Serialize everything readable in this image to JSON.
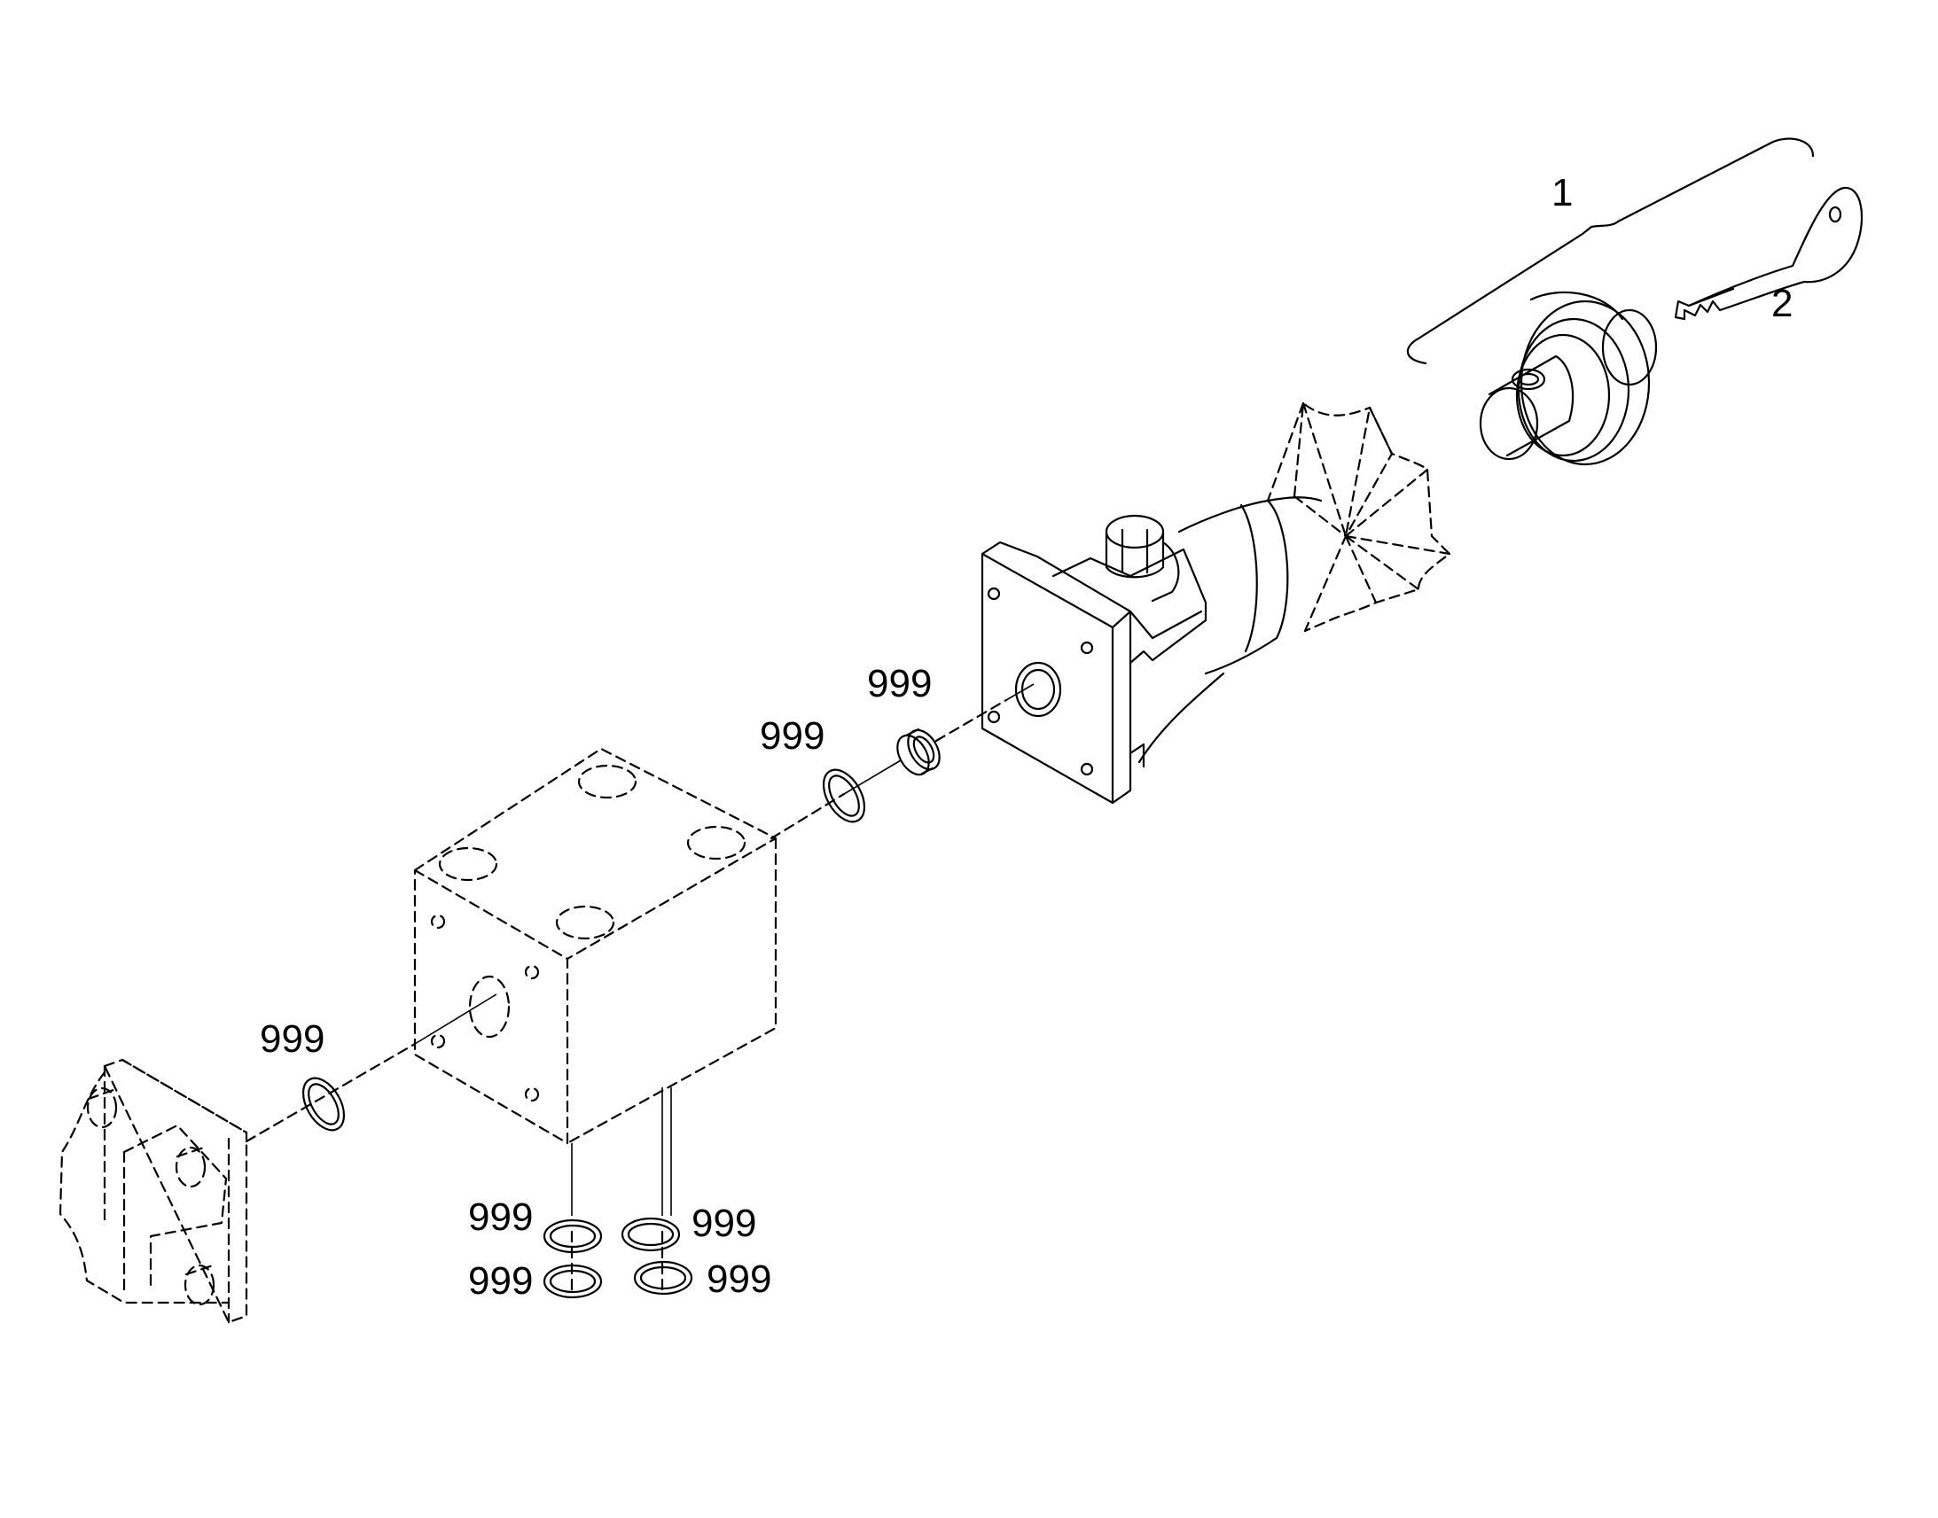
{
  "callouts": {
    "item_1": "1",
    "item_2": "2",
    "seal": "999"
  },
  "colors": {
    "ink": "#000000",
    "background": "#ffffff"
  }
}
